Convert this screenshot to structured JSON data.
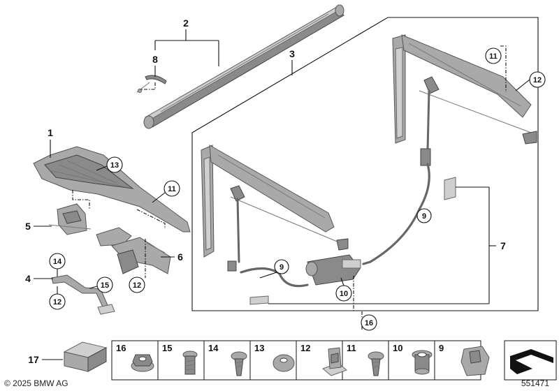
{
  "callouts": {
    "c1": "1",
    "c2": "2",
    "c3": "3",
    "c4": "4",
    "c5": "5",
    "c6": "6",
    "c7": "7",
    "c8": "8",
    "c9a": "9",
    "c9b": "9",
    "c10": "10",
    "c11a": "11",
    "c11b": "11",
    "c12a": "12",
    "c12b": "12",
    "c12c": "12",
    "c13": "13",
    "c14": "14",
    "c15": "15",
    "c16": "16",
    "c17": "17"
  },
  "parts_strip": [
    "16",
    "15",
    "14",
    "13",
    "12",
    "11",
    "10",
    "9"
  ],
  "footer": {
    "copyright": "© 2025 BMW AG",
    "diagram_id": "551471"
  }
}
